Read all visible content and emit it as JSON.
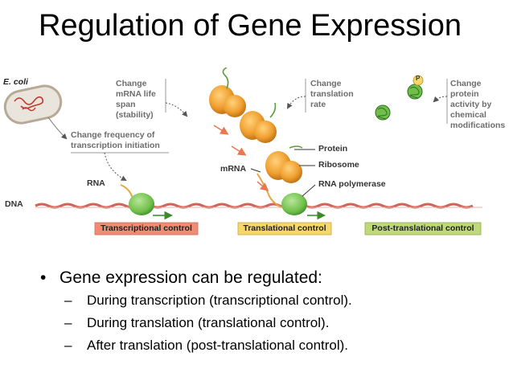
{
  "slide": {
    "title": "Regulation of Gene Expression"
  },
  "figure": {
    "labels": {
      "ecoli": "E. coli",
      "change_mrna": "Change\nmRNA life\nspan\n(stability)",
      "change_translation": "Change\ntranslation\nrate",
      "change_protein": "Change\nprotein\nactivity by\nchemical\nmodifications",
      "change_transcription": "Change frequency of\ntranscription initiation",
      "rna": "RNA",
      "dna": "DNA",
      "mrna": "mRNA",
      "protein": "Protein",
      "ribosome": "Ribosome",
      "rna_polymerase": "RNA polymerase",
      "phosphate": "P"
    },
    "controls": {
      "transcriptional": "Transcriptional control",
      "translational": "Translational control",
      "post_translational": "Post-translational control"
    },
    "colors": {
      "transcriptional": "#f08c73",
      "translational": "#f5d76a",
      "post_translational": "#bfd97a",
      "ribosome": "#f0a030",
      "polymerase": "#6fbf4a",
      "dna": "#d1635a"
    }
  },
  "bullets": {
    "main": "Gene expression can be regulated:",
    "items": [
      "During transcription (transcriptional control).",
      "During translation (translational control).",
      "After translation (post-translational control)."
    ],
    "marker": "•",
    "dash": "–"
  }
}
